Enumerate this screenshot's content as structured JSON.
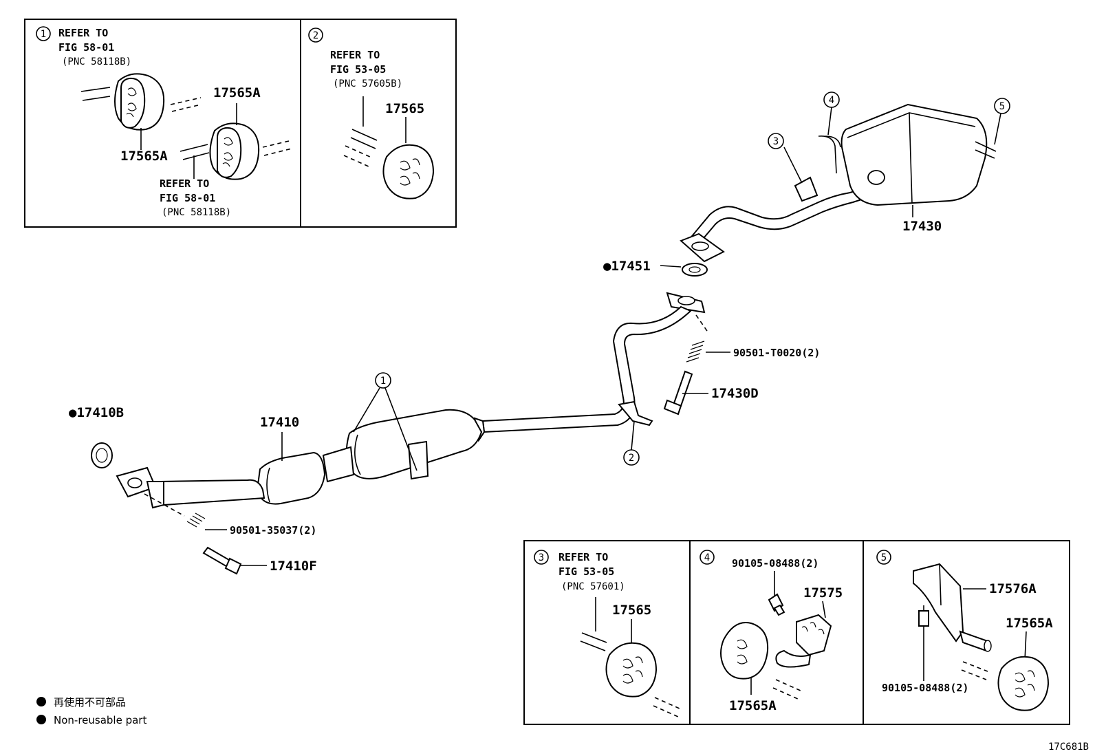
{
  "callouts": [
    "1",
    "2",
    "3",
    "4",
    "5"
  ],
  "inset1": {
    "refer_top": [
      "REFER TO",
      "FIG 58-01",
      "(PNC 58118B)"
    ],
    "refer_bottom": [
      "REFER TO",
      "FIG 58-01",
      "(PNC 58118B)"
    ],
    "part_a": "17565A",
    "part_b": "17565A"
  },
  "inset2": {
    "refer": [
      "REFER TO",
      "FIG 53-05",
      "(PNC 57605B)"
    ],
    "part": "17565"
  },
  "inset3": {
    "refer": [
      "REFER TO",
      "FIG 53-05",
      "(PNC 57601)"
    ],
    "part": "17565"
  },
  "inset4": {
    "bolt": "90105-08488(2)",
    "bracket": "17575",
    "hanger": "17565A"
  },
  "inset5": {
    "bracket": "17576A",
    "hanger": "17565A",
    "bolt": "90105-08488(2)"
  },
  "main": {
    "front_pipe": "17410",
    "gasket_front": "●17410B",
    "spring_front": "90501-35037(2)",
    "bolt_front": "17410F",
    "tail_pipe": "17430",
    "gasket_mid": "●17451",
    "spring_mid": "90501-T0020(2)",
    "bolt_mid": "17430D"
  },
  "legend": {
    "jp": "再使用不可部品",
    "en": "Non-reusable part"
  },
  "figure_code": "17C681B"
}
